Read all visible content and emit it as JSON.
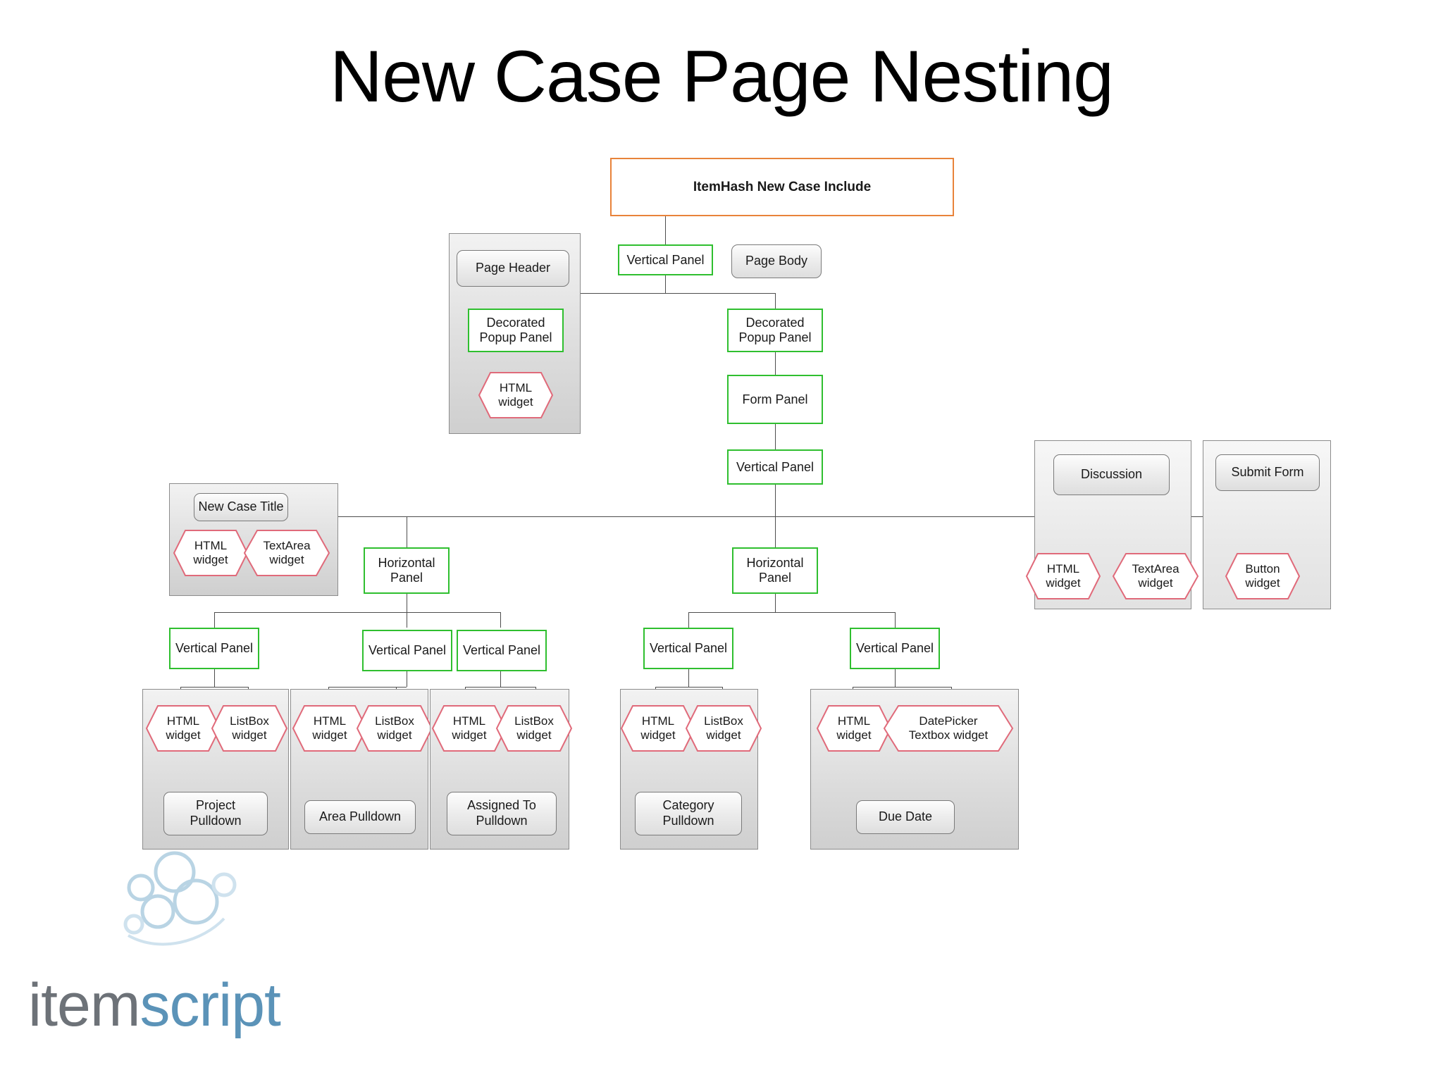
{
  "title": "New Case Page Nesting",
  "brand": {
    "part1": "item",
    "part2": "script",
    "logo_icon": "bubbles-logo"
  },
  "colors": {
    "include_border": "#e8833a",
    "panel_border": "#2fbf2f",
    "widget_border": "#e06a7a",
    "container_border": "#8c8c8c",
    "line": "#4d4d4d"
  },
  "include": {
    "label": "ItemHash New Case Include"
  },
  "nodes": {
    "page_header": "Page Header",
    "vertical_panel_top": "Vertical Panel",
    "page_body": "Page Body",
    "decorated_popup_left": "Decorated\nPopup Panel",
    "decorated_popup_left_l1": "Decorated",
    "decorated_popup_left_l2": "Popup Panel",
    "decorated_popup_right_l1": "Decorated",
    "decorated_popup_right_l2": "Popup Panel",
    "form_panel": "Form Panel",
    "vertical_panel_form": "Vertical Panel",
    "new_case_title": "New Case Title",
    "discussion": "Discussion",
    "submit_form": "Submit Form",
    "horizontal_panel_left_l1": "Horizontal",
    "horizontal_panel_left_l2": "Panel",
    "horizontal_panel_mid_l1": "Horizontal",
    "horizontal_panel_mid_l2": "Panel",
    "vertical_panel_1": "Vertical Panel",
    "vertical_panel_2": "Vertical Panel",
    "vertical_panel_3": "Vertical Panel",
    "vertical_panel_4": "Vertical Panel",
    "vertical_panel_5": "Vertical Panel"
  },
  "widgets": {
    "html_l1": "HTML",
    "html_l2": "widget",
    "textarea_l1": "TextArea",
    "textarea_l2": "widget",
    "listbox_l1": "ListBox",
    "listbox_l2": "widget",
    "button_l1": "Button",
    "button_l2": "widget",
    "datepicker_l1": "DatePicker",
    "datepicker_l2": "Textbox widget"
  },
  "pulldowns": {
    "project_l1": "Project",
    "project_l2": "Pulldown",
    "area": "Area Pulldown",
    "assigned_l1": "Assigned To",
    "assigned_l2": "Pulldown",
    "category_l1": "Category",
    "category_l2": "Pulldown",
    "due_date": "Due Date"
  }
}
